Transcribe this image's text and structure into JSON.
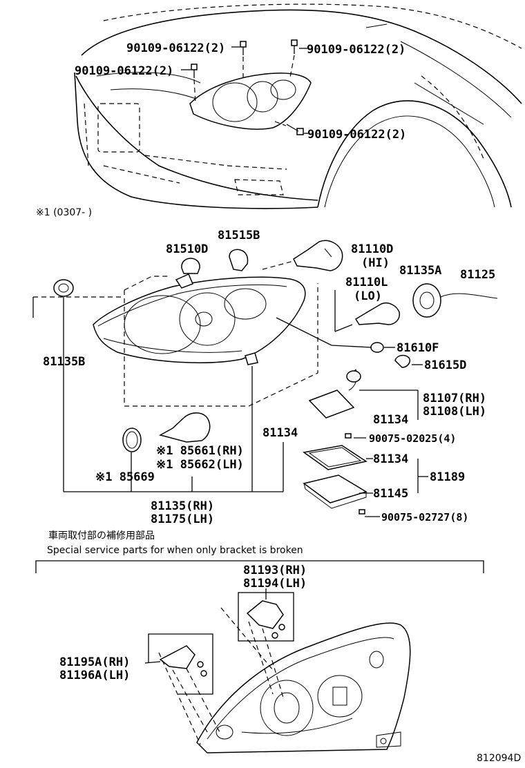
{
  "labels": {
    "bolt_a": "90109-06122(2)",
    "bolt_b": "90109-06122(2)",
    "bolt_c": "90109-06122(2)",
    "bolt_d": "90109-06122(2)",
    "note_period": "※1 (0307-      )",
    "p81515b": "81515B",
    "p81510d": "81510D",
    "p81110d": "81110D",
    "p81110d_sub": "(HI)",
    "p81110l": "81110L",
    "p81110l_sub": "(LO)",
    "p81135a": "81135A",
    "p81125": "81125",
    "p81135b": "81135B",
    "p81610f": "81610F",
    "p81615d": "81615D",
    "p81107": "81107(RH)",
    "p81108": "81108(LH)",
    "p81134_a": "81134",
    "p81134_b": "81134",
    "p81134_c": "81134",
    "p90075_02025": "90075-02025(4)",
    "p81189": "81189",
    "p81145": "81145",
    "p90075_02727": "90075-02727(8)",
    "p85661": "※1 85661(RH)",
    "p85662": "※1 85662(LH)",
    "p85669": "※1 85669",
    "p81135": "81135(RH)",
    "p81175": "81175(LH)",
    "jp_note": "車両取付部の補修用部品",
    "service_note": "Special service parts for when only bracket is broken",
    "p81193": "81193(RH)",
    "p81194": "81194(LH)",
    "p81195a": "81195A(RH)",
    "p81196a": "81196A(LH)",
    "figure_id": "812094D"
  }
}
